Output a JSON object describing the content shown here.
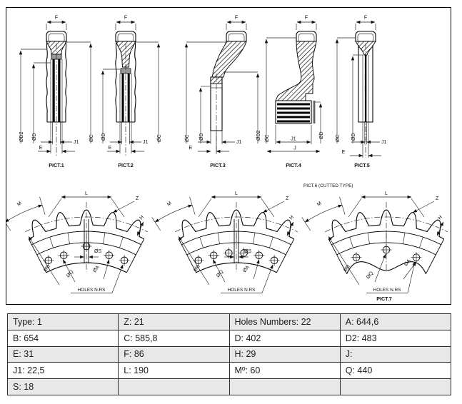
{
  "drawing": {
    "labels": {
      "f": "F",
      "c": "ØC",
      "d": "ØD",
      "d2": "ØD2",
      "e": "E",
      "j1": "J1",
      "j": "J",
      "l": "L",
      "m": "M",
      "z": "Z",
      "h": "H",
      "s": "ØS",
      "b": "ØB",
      "q": "ØQ",
      "a": "ØA"
    },
    "captions": {
      "pict1": "PICT.1",
      "pict2": "PICT.2",
      "pict3": "PICT.3",
      "pict4": "PICT.4",
      "pict5": "PICT.5",
      "pict6_note": "PICT.6 (CUTTED TYPE)",
      "pict7": "PICT.7"
    },
    "holes_note": "HOLES N.RS"
  },
  "table": {
    "rows": [
      [
        "Type: 1",
        "Z: 21",
        "Holes Numbers: 22",
        "A: 644,6"
      ],
      [
        "B: 654",
        "C: 585,8",
        "D: 402",
        "D2: 483"
      ],
      [
        "E: 31",
        "F: 86",
        "H: 29",
        "J:"
      ],
      [
        "J1: 22,5",
        "L: 190",
        "Mº: 60",
        "Q: 440"
      ],
      [
        "S: 18",
        "",
        "",
        ""
      ]
    ]
  }
}
